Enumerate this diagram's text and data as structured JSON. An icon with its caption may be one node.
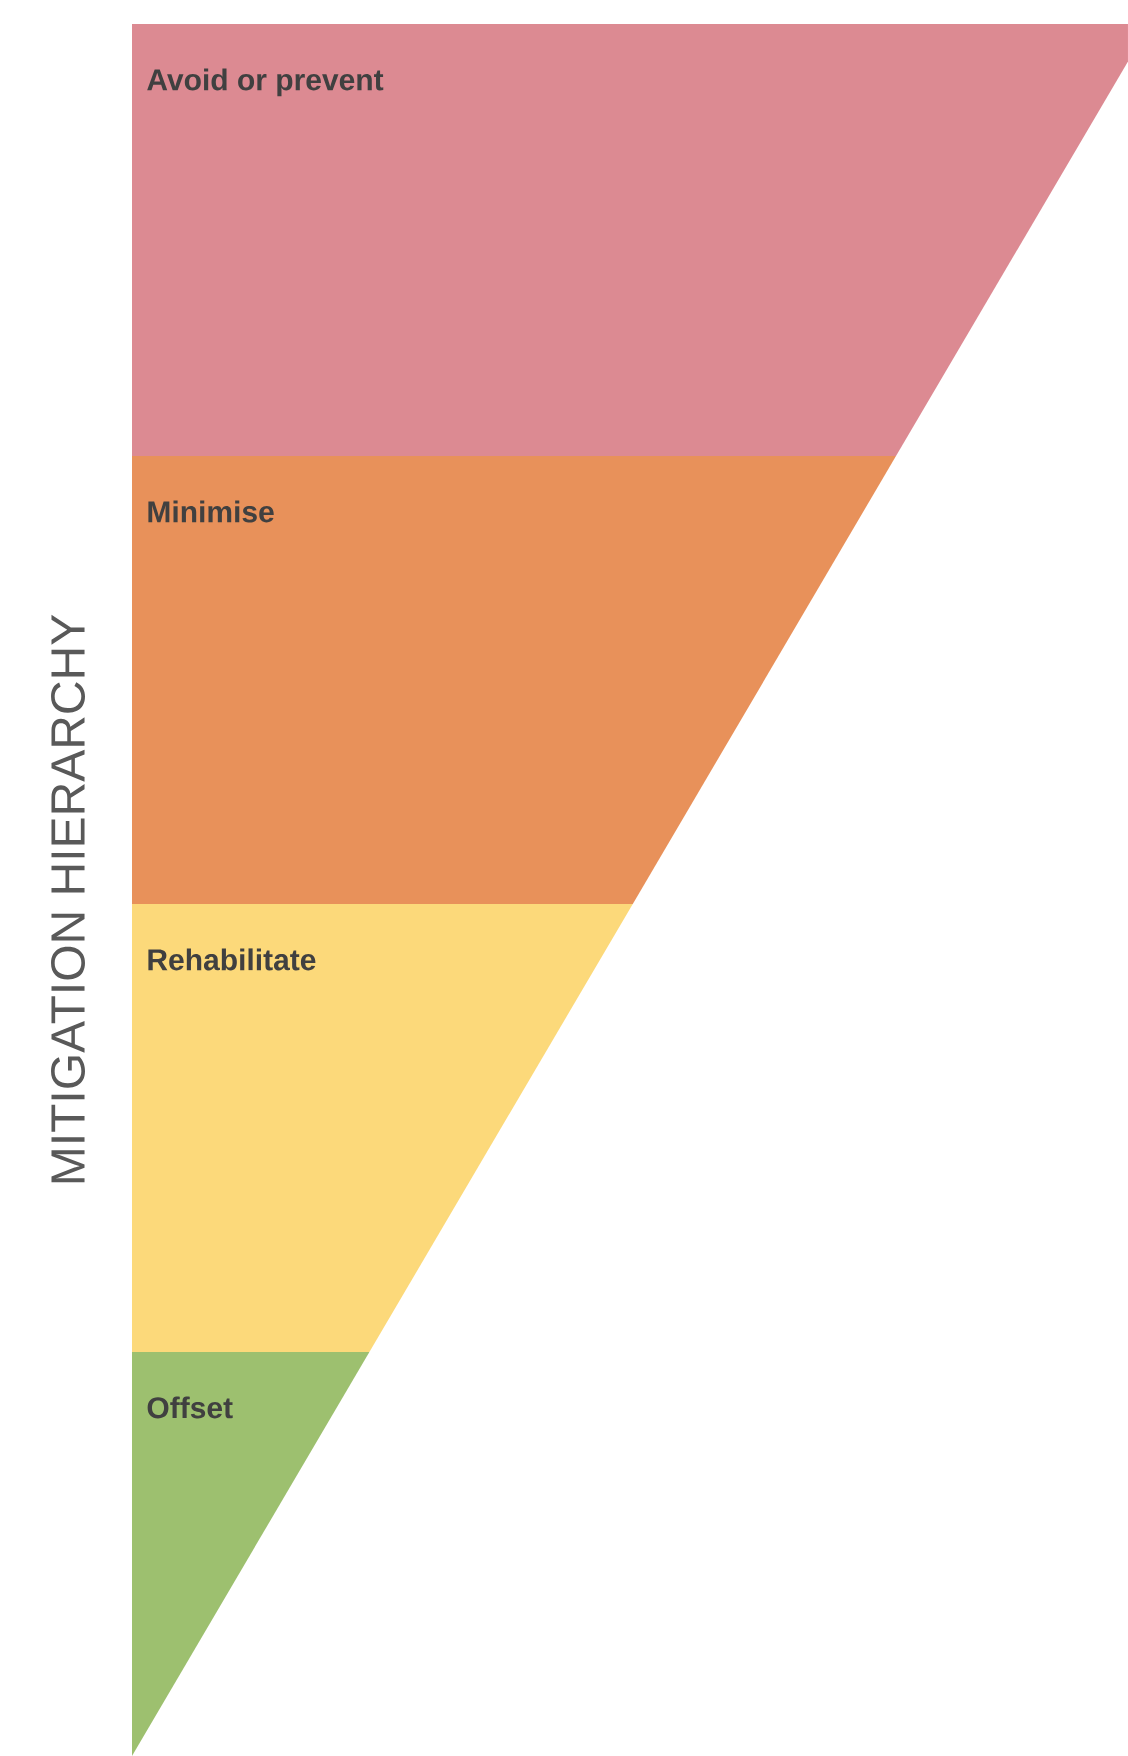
{
  "diagram": {
    "nodes": [
      {
        "text": [
          "Avoid or prevent"
        ]
      },
      {
        "text": [
          "Minimise"
        ]
      },
      {
        "text": [
          "Rehabilitate"
        ]
      },
      {
        "text": [
          "Offset"
        ]
      }
    ],
    "labels": [
      "MITIGATION HIERARCHY"
    ]
  }
}
